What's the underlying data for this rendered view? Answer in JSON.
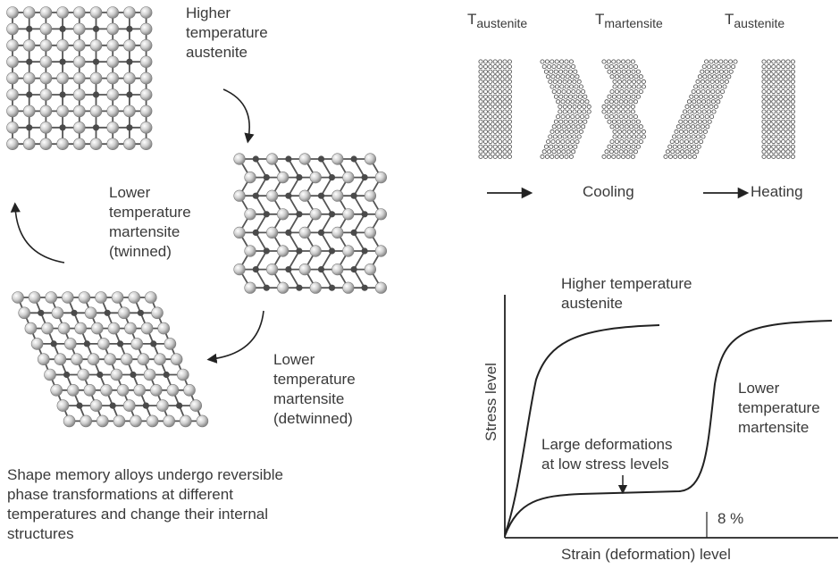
{
  "left_panel": {
    "austenite_label": [
      "Higher",
      "temperature",
      "austenite"
    ],
    "twinned_label": [
      "Lower",
      "temperature",
      "martensite",
      "(twinned)"
    ],
    "detwinned_label": [
      "Lower",
      "temperature",
      "martensite",
      "(detwinned)"
    ],
    "caption": [
      "Shape memory alloys undergo reversible",
      "phase transformations at different",
      "temperatures and change their internal",
      "structures"
    ]
  },
  "top_right": {
    "temp_labels": [
      {
        "main": "T",
        "sub": "austenite"
      },
      {
        "main": "T",
        "sub": "martensite"
      },
      {
        "main": "T",
        "sub": "austenite"
      }
    ],
    "cooling_label": "Cooling",
    "heating_label": "Heating"
  },
  "chart_data": {
    "type": "line",
    "xlabel": "Strain (deformation) level",
    "ylabel": "Stress level",
    "annotations": {
      "austenite": [
        "Higher temperature",
        "austenite"
      ],
      "martensite": [
        "Lower",
        "temperature",
        "martensite"
      ],
      "deformation": [
        "Large deformations",
        "at low stress levels"
      ],
      "strain_mark": "8 %"
    }
  },
  "colors": {
    "bond": "#555555",
    "atom_large": "#c8c8c8",
    "atom_small": "#4a4a4a",
    "line": "#222222"
  }
}
